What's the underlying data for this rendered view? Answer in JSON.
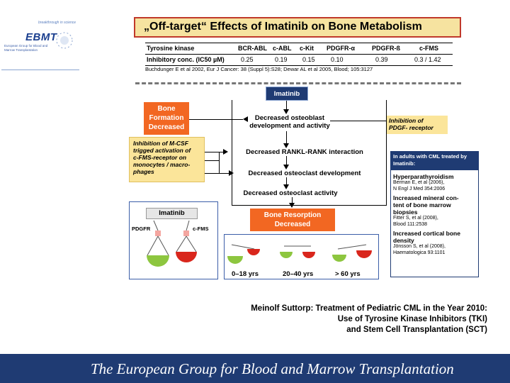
{
  "logo": {
    "tagline": "breakthrough in science",
    "word": "EBMT",
    "subtitle": "European Group for Blood and Marrow Transplantation"
  },
  "title": "„Off-target“ Effects of Imatinib on Bone Metabolism",
  "kinase_table": {
    "row_label_kinase": "Tyrosine kinase",
    "row_label_ic50": "Inhibitory conc. (IC50 µM)",
    "kinases": [
      "BCR-ABL",
      "c-ABL",
      "c-Kit",
      "PDGFR-α",
      "PDGFR-ß",
      "c-FMS"
    ],
    "ic50": [
      "0.25",
      "0.19",
      "0.15",
      "0.10",
      "0.39",
      "0.3 / 1.42"
    ],
    "reference": "Buchdunger E et al 2002, Eur J Cancer: 38 (Suppl 5):S28;   Dewar AL et al 2005, Blood; 105:3127"
  },
  "flow": {
    "drug": "Imatinib",
    "step1": "Decreased osteoblast\ndevelopment and activity",
    "step2": "Decreased RANKL-RANK interaction",
    "step3": "Decreased osteoclast development",
    "step4": "Decreased osteoclast activity",
    "bone_formation": "Bone\nFormation\nDecreased",
    "bone_resorption": "Bone Resorption\nDecreased",
    "mcsf_note": "Inhibition of M-CSF\ntrigged activation of\nc-FMS-receptor on\nmonocytes / macro-\nphages",
    "pdgf_note": "Inhibition of\nPDGF- receptor"
  },
  "cml_panel": {
    "header": "In adults with CML treated by Imatinib:",
    "items": [
      {
        "title": "Hyperparathyroidism",
        "ref": "Berman E, et al (2006),\nN Engl J Med 354:2006"
      },
      {
        "title": "Increased mineral con-\ntent of bone marrow\nbiopsies",
        "ref": "Fitter S, et al (2008),\nBlood 111:2538"
      },
      {
        "title": "Increased cortical bone\ndensity",
        "ref": "Jönsson S, et al (2008),\nHaematologica 93:1101"
      }
    ]
  },
  "receptor_diagram": {
    "drug": "Imatinib",
    "left_receptor": "PDGFR",
    "right_receptor": "c-FMS",
    "colors": {
      "green": "#8dc63f",
      "red": "#d9261c"
    }
  },
  "age_scales": {
    "labels": [
      "0–18 yrs",
      "20–40 yrs",
      "> 60 yrs"
    ]
  },
  "caption": {
    "line1": "Meinolf Suttorp: Treatment of Pediatric CML in the Year 2010:",
    "line2": "Use of Tyrosine Kinase Inhibitors (TKI)",
    "line3": "and Stem Cell Transplantation (SCT)"
  },
  "footer": "The European Group for Blood and Marrow Transplantation",
  "colors": {
    "title_bg": "#f6e3a0",
    "title_border": "#c0392b",
    "orange": "#f26722",
    "yellow_note": "#fbe59a",
    "navy": "#1f3b73"
  }
}
